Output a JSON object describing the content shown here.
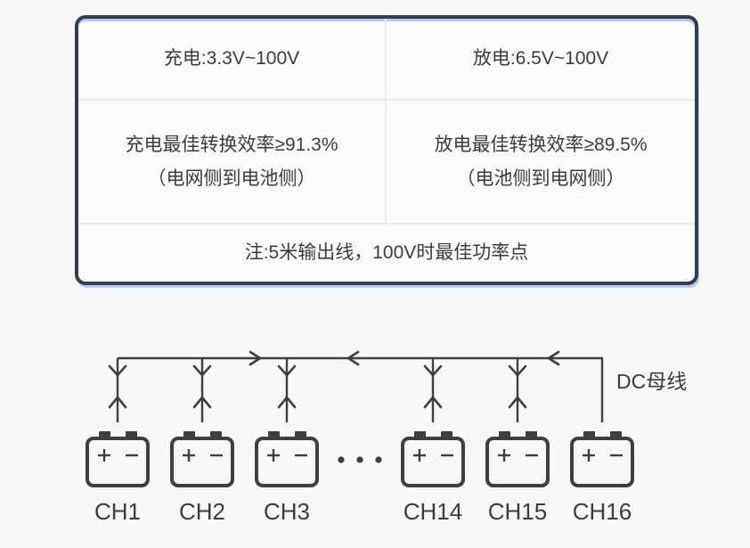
{
  "table": {
    "charge_range": "充电:3.3V~100V",
    "discharge_range": "放电:6.5V~100V",
    "charge_efficiency": "充电最佳转换效率≥91.3%",
    "charge_efficiency_side": "（电网侧到电池侧）",
    "discharge_efficiency": "放电最佳转换效率≥89.5%",
    "discharge_efficiency_side": "（电池侧到电网侧）",
    "footnote": "注:5米输出线，100V时最佳功率点"
  },
  "diagram": {
    "bus_label": "DC母线",
    "channels": [
      "CH1",
      "CH2",
      "CH3",
      "CH14",
      "CH15",
      "CH16"
    ]
  },
  "colors": {
    "card_border": "#363c50",
    "accent_blue": "#b9c6f3",
    "divider": "#ebebee",
    "text": "#3c3c3c",
    "diagram_stroke": "#3f3f3f",
    "background": "#f7f7f8",
    "card_background": "#fbfbfd"
  }
}
